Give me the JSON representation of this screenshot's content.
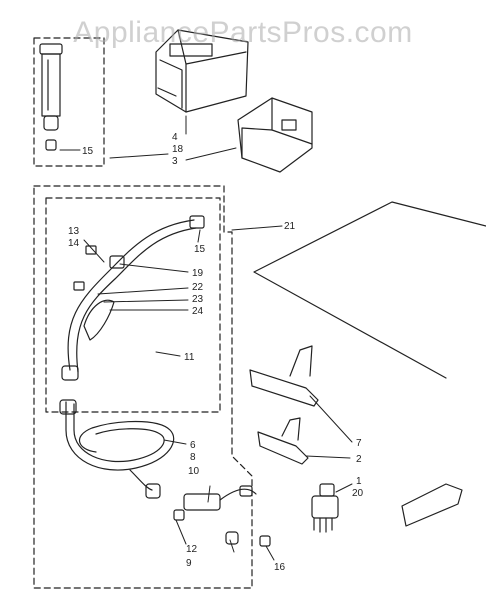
{
  "watermark": "AppliancePartsPros.com",
  "callouts": {
    "c15a": "15",
    "c18": "18",
    "c3": "3",
    "c4": "4",
    "c21": "21",
    "c13": "13",
    "c14": "14",
    "c15b": "15",
    "c19": "19",
    "c22": "22",
    "c23": "23",
    "c24": "24",
    "c11": "11",
    "c6": "6",
    "c8": "8",
    "c10": "10",
    "c12": "12",
    "c9": "9",
    "c16": "16",
    "c7": "7",
    "c2": "2",
    "c1": "1",
    "c20": "20"
  },
  "colors": {
    "ink": "#222222",
    "watermark": "#aaaaaa",
    "background": "#ffffff"
  }
}
